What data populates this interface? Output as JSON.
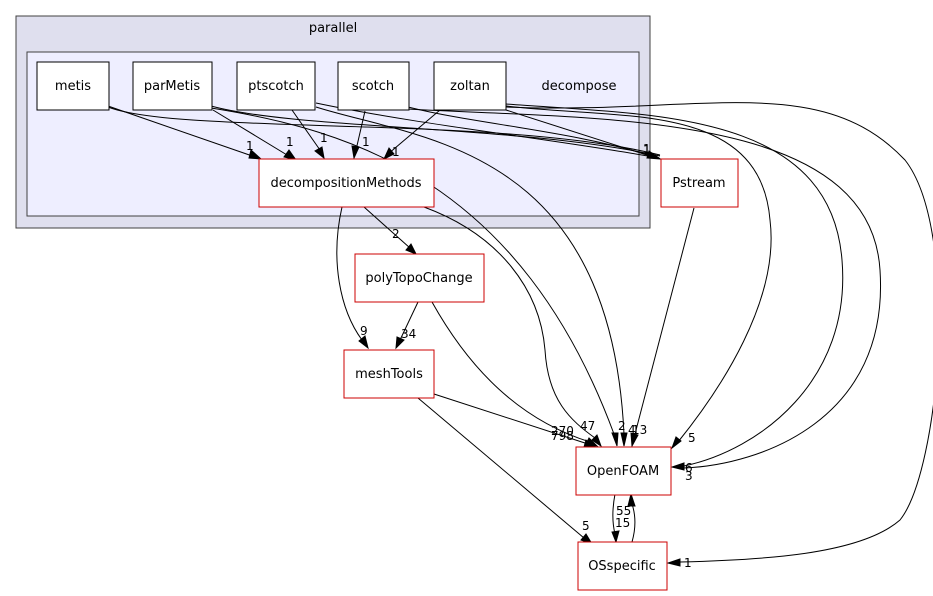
{
  "clusters": {
    "parallel": {
      "title": "parallel",
      "fill": "#dfdfee",
      "stroke": "#404040"
    },
    "decompose": {
      "title": "decompose",
      "fill": "#eeeeff",
      "stroke": "#404040"
    }
  },
  "nodes": {
    "metis": "metis",
    "parMetis": "parMetis",
    "ptscotch": "ptscotch",
    "scotch": "scotch",
    "zoltan": "zoltan",
    "decompositionMethods": "decompositionMethods",
    "Pstream": "Pstream",
    "polyTopoChange": "polyTopoChange",
    "meshTools": "meshTools",
    "OpenFOAM": "OpenFOAM",
    "OSspecific": "OSspecific"
  },
  "edge_labels": {
    "metis_dm": "1",
    "parMetis_dm": "1",
    "ptscotch_dm": "1",
    "scotch_dm": "1",
    "zoltan_dm": "1",
    "pstream_1": "1",
    "pstream_2": "1",
    "dm_ptc": "2",
    "dm_mt": "9",
    "ptc_mt": "34",
    "of_a": "270",
    "of_b": "798",
    "of_c": "47",
    "of_d": "2",
    "of_e": "4",
    "of_f": "13",
    "of_g": "5",
    "of_h": "6",
    "of_i": "3",
    "mt_oss": "5",
    "of_oss": "55",
    "oss_of": "15",
    "zoltan_oss": "1"
  },
  "colors": {
    "node_red_border": "#cc0000",
    "node_black_border": "#000000",
    "edge": "#000000"
  }
}
